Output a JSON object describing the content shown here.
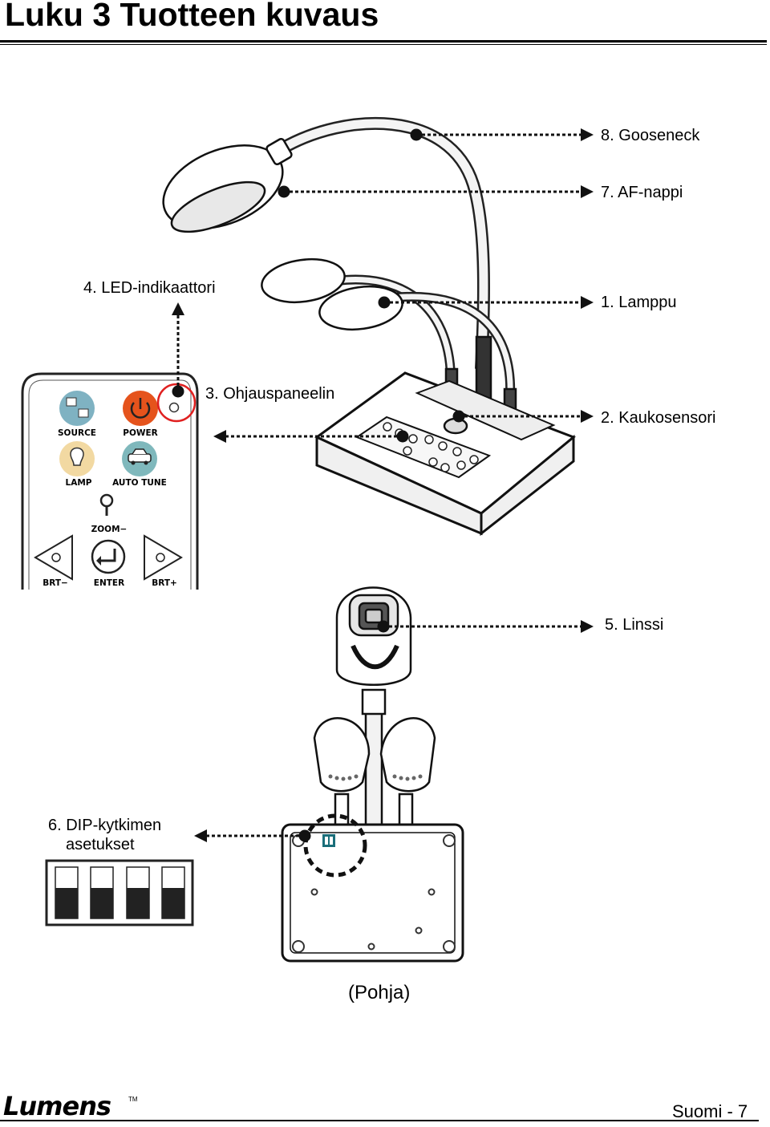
{
  "header": {
    "chapter_title": "Luku 3  Tuotteen kuvaus"
  },
  "callouts": {
    "gooseneck": "8. Gooseneck",
    "af_button": "7. AF-nappi",
    "led_indicator": "4. LED-indikaattori",
    "lamp": "1. Lamppu",
    "control_panel": "3. Ohjauspaneelin",
    "remote_sensor": "2. Kaukosensori",
    "lens": "5. Linssi",
    "dip_line1": "6. DIP-kytkimen",
    "dip_line2": "asetukset",
    "bottom_view": "(Pohja)"
  },
  "control_panel_labels": {
    "source": "SOURCE",
    "power": "POWER",
    "lamp": "LAMP",
    "auto_tune": "AUTO TUNE",
    "zoom_minus": "ZOOM−",
    "brt_minus": "BRT−",
    "enter": "ENTER",
    "brt_plus": "BRT+"
  },
  "colors": {
    "power_button": "#e5531c",
    "source_icon": "#7fb2c2",
    "lamp_icon": "#f2d9a2",
    "auto_tune_icon": "#7fb8bc",
    "led_highlight": "#e02020"
  },
  "footer": {
    "brand": "Lumens",
    "trademark": "TM",
    "page_label": "Suomi - 7"
  }
}
